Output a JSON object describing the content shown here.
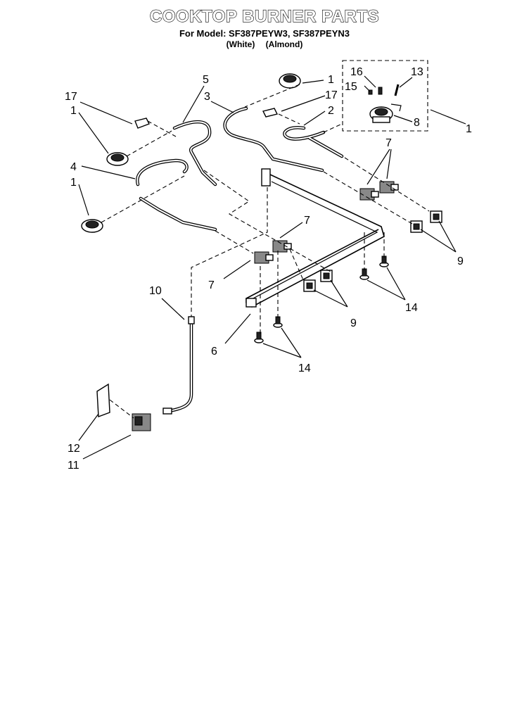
{
  "title": "COOKTOP BURNER PARTS",
  "model_line": "For Model: SF387PEYW3, SF387PEYN3",
  "variants": [
    "(White)",
    "(Almond)"
  ],
  "callouts": [
    "1",
    "2",
    "3",
    "4",
    "5",
    "6",
    "7",
    "8",
    "9",
    "10",
    "11",
    "12",
    "13",
    "14",
    "15",
    "16",
    "17"
  ]
}
